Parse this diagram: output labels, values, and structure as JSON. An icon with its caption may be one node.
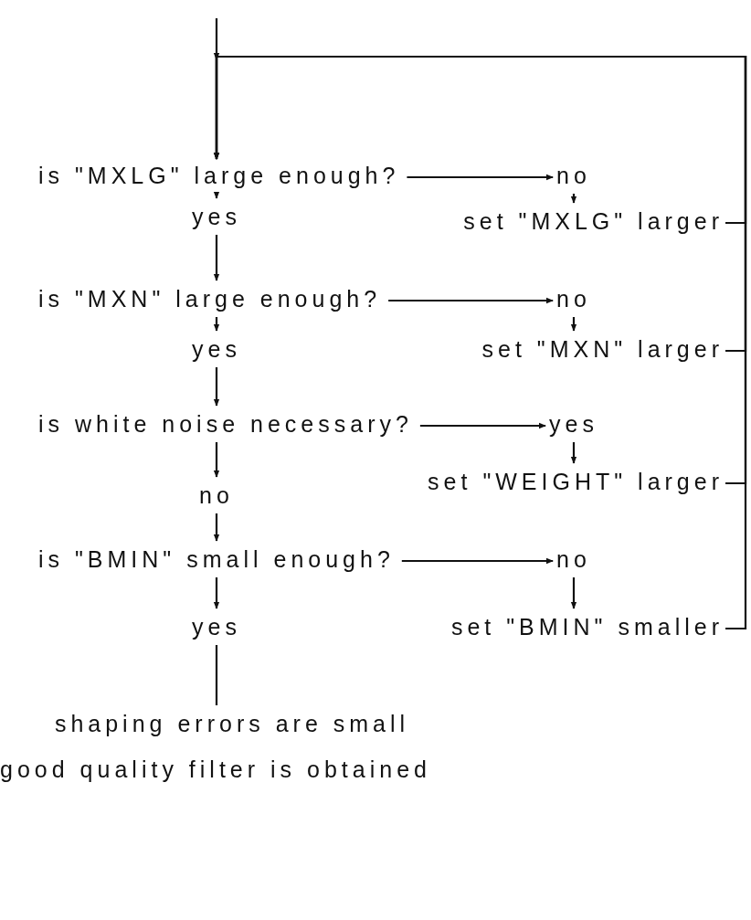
{
  "diagram": {
    "nodes": [
      {
        "text": [
          "is \"MXLG\" large enough?"
        ]
      },
      {
        "text": [
          "no"
        ]
      },
      {
        "text": [
          "set \"MXLG\" larger"
        ]
      },
      {
        "text": [
          "yes"
        ]
      },
      {
        "text": [
          "is \"MXN\" large enough?"
        ]
      },
      {
        "text": [
          "no"
        ]
      },
      {
        "text": [
          "set \"MXN\" larger"
        ]
      },
      {
        "text": [
          "yes"
        ]
      },
      {
        "text": [
          "is white noise necessary?"
        ]
      },
      {
        "text": [
          "yes"
        ]
      },
      {
        "text": [
          "set \"WEIGHT\" larger"
        ]
      },
      {
        "text": [
          "no"
        ]
      },
      {
        "text": [
          "is \"BMIN\" small enough?"
        ]
      },
      {
        "text": [
          "no"
        ]
      },
      {
        "text": [
          "set \"BMIN\" smaller"
        ]
      },
      {
        "text": [
          "yes"
        ]
      },
      {
        "text": [
          "shaping errors are small"
        ]
      },
      {
        "text": [
          "good quality filter is obtained"
        ]
      }
    ],
    "edges": [
      {
        "from": null,
        "to": 0,
        "arrow": "to"
      },
      {
        "from": 0,
        "to": 1,
        "arrow": "to"
      },
      {
        "from": 1,
        "to": 2,
        "arrow": "to"
      },
      {
        "from": 0,
        "to": 3,
        "arrow": "to"
      },
      {
        "from": 3,
        "to": 4,
        "arrow": "to"
      },
      {
        "from": 4,
        "to": 5,
        "arrow": "to"
      },
      {
        "from": 5,
        "to": 6,
        "arrow": "to"
      },
      {
        "from": 4,
        "to": 7,
        "arrow": "to"
      },
      {
        "from": 7,
        "to": 8,
        "arrow": "to"
      },
      {
        "from": 8,
        "to": 9,
        "arrow": "to"
      },
      {
        "from": 9,
        "to": 10,
        "arrow": "to"
      },
      {
        "from": 8,
        "to": 11,
        "arrow": "to"
      },
      {
        "from": 11,
        "to": 12,
        "arrow": "to"
      },
      {
        "from": 12,
        "to": 13,
        "arrow": "to"
      },
      {
        "from": 13,
        "to": 14,
        "arrow": "to"
      },
      {
        "from": 12,
        "to": 15,
        "arrow": "to"
      },
      {
        "from": 15,
        "to": 16,
        "arrow": "none"
      },
      {
        "from": 2,
        "to": 0,
        "arrow": "to"
      },
      {
        "from": 6,
        "to": 0,
        "arrow": "to"
      },
      {
        "from": 10,
        "to": 0,
        "arrow": "to"
      },
      {
        "from": 14,
        "to": 0,
        "arrow": "to"
      }
    ]
  }
}
